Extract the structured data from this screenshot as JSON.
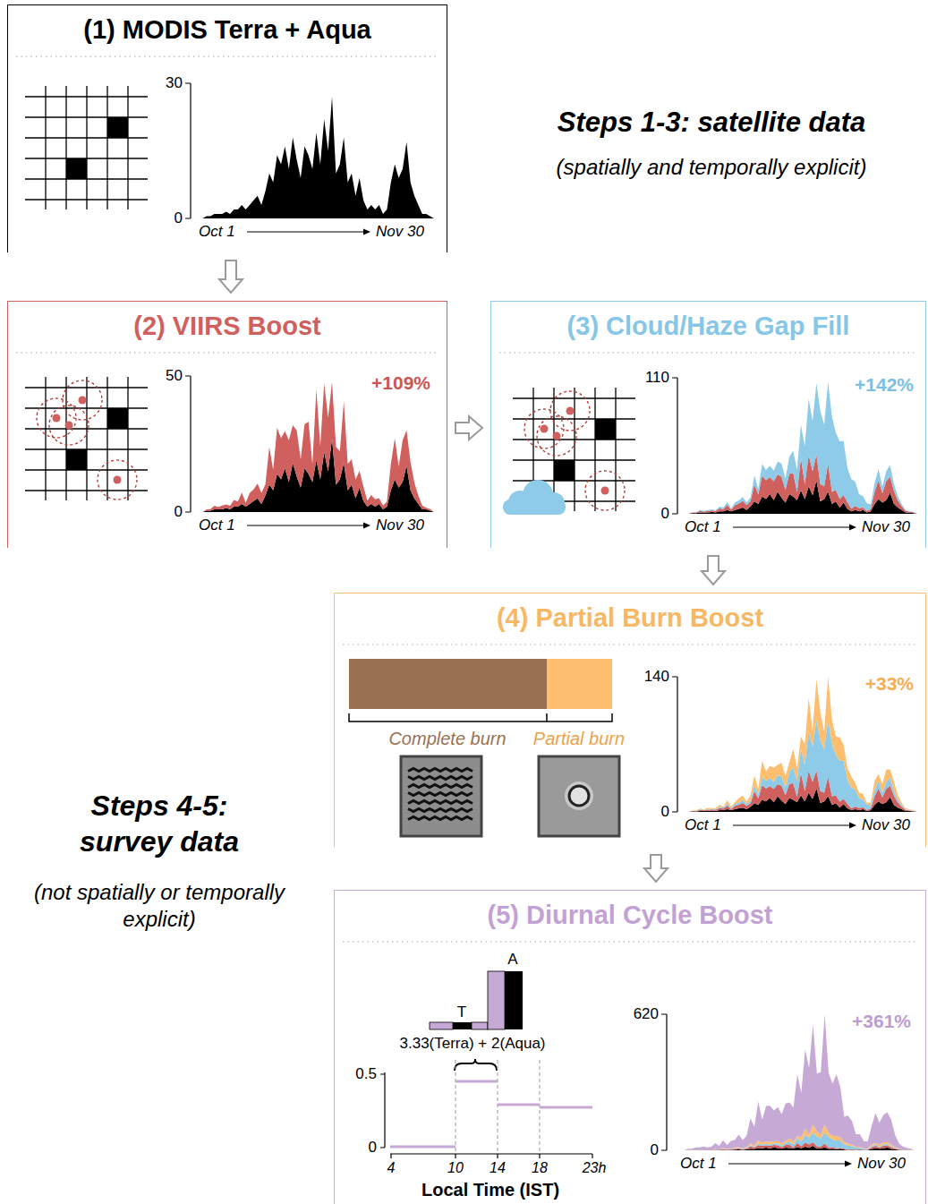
{
  "diagram": {
    "nodes": [
      {
        "text": [
          "(1) MODIS Terra + Aqua"
        ]
      },
      {
        "text": [
          "(2) VIIRS Boost"
        ]
      },
      {
        "text": [
          "(3) Cloud/Haze Gap Fill"
        ]
      },
      {
        "text": [
          "(4) Partial Burn Boost"
        ]
      },
      {
        "text": [
          "(5) Diurnal Cycle Boost"
        ]
      }
    ],
    "edges": [
      {
        "from": 0,
        "to": 1,
        "arrow": "to"
      },
      {
        "from": 1,
        "to": 2,
        "arrow": "to"
      },
      {
        "from": 2,
        "to": 3,
        "arrow": "to"
      },
      {
        "from": 3,
        "to": 4,
        "arrow": "to"
      }
    ],
    "labels": [
      "Steps 1-3: satellite data",
      "(spatially and temporally explicit)",
      "30",
      "0",
      "Oct 1",
      "Nov 30",
      "50",
      "0",
      "Oct 1",
      "Nov 30",
      "+109%",
      "110",
      "0",
      "Oct 1",
      "Nov 30",
      "+142%",
      "Steps 4-5: survey data",
      "(not spatially or temporally explicit)",
      "Complete burn",
      "Partial burn",
      "140",
      "0",
      "Oct 1",
      "Nov 30",
      "+33%",
      "A",
      "T",
      "3.33(Terra) + 2(Aqua)",
      "0.5",
      "0",
      "4",
      "10",
      "14",
      "18",
      "23h",
      "Local Time (IST)",
      "620",
      "0",
      "Oct 1",
      "Nov 30",
      "+361%"
    ]
  }
}
